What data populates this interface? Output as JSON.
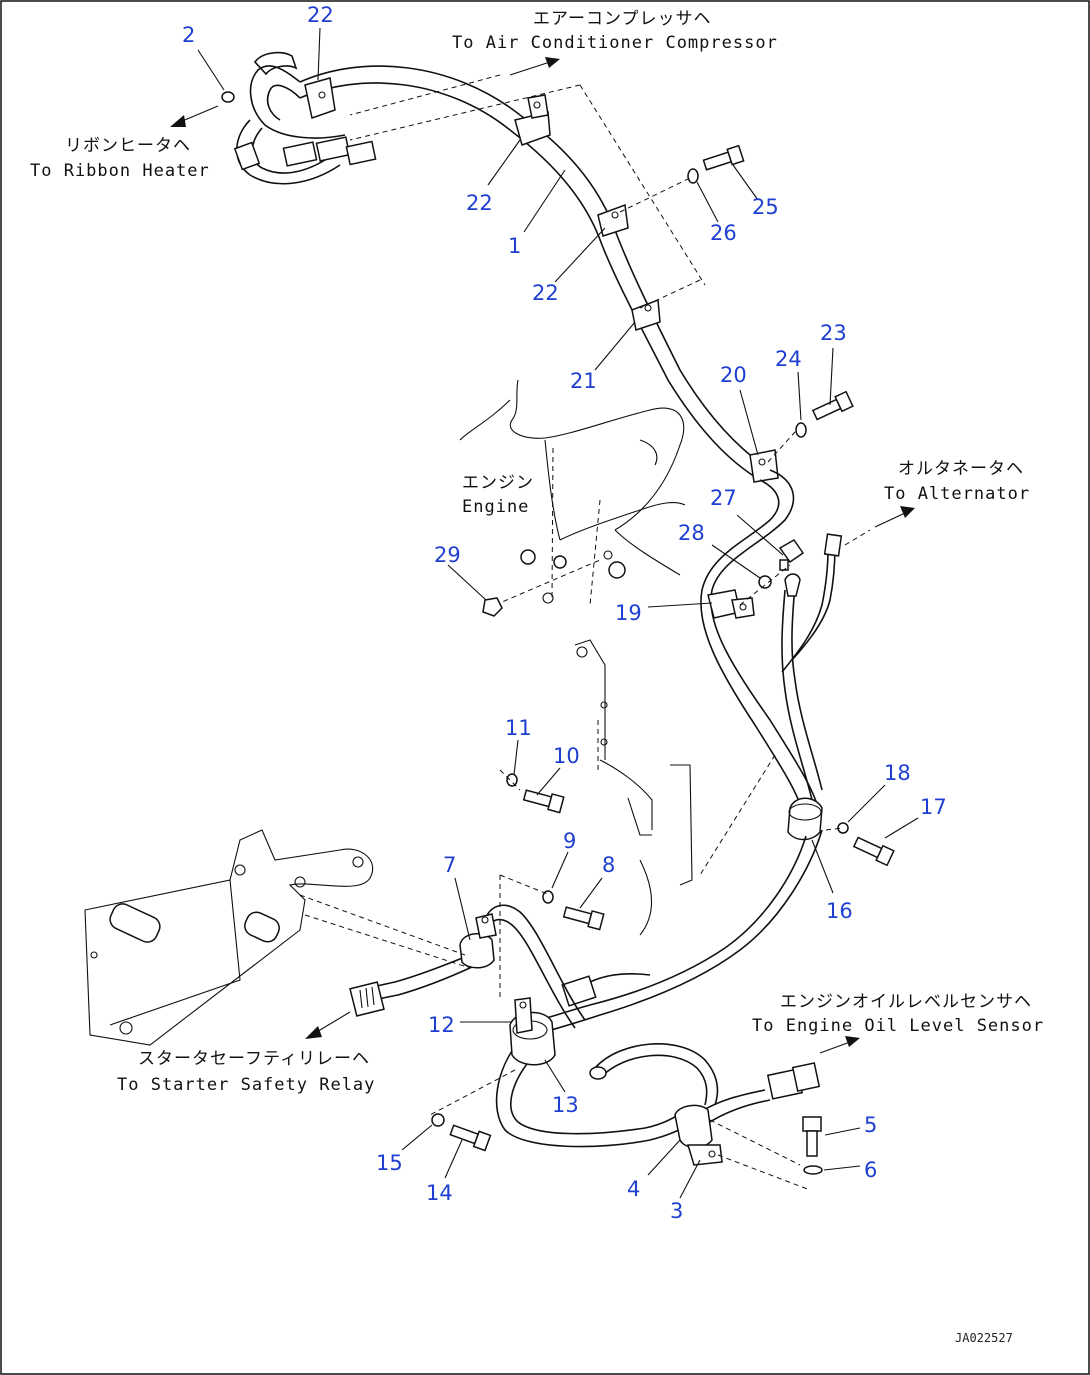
{
  "callouts": {
    "c1": "1",
    "c2": "2",
    "c3": "3",
    "c4": "4",
    "c5": "5",
    "c6": "6",
    "c7": "7",
    "c8": "8",
    "c9": "9",
    "c10": "10",
    "c11": "11",
    "c12": "12",
    "c13": "13",
    "c14": "14",
    "c15": "15",
    "c16": "16",
    "c17": "17",
    "c18": "18",
    "c19": "19",
    "c20": "20",
    "c21": "21",
    "c22a": "22",
    "c22b": "22",
    "c22c": "22",
    "c23": "23",
    "c24": "24",
    "c25": "25",
    "c26": "26",
    "c27": "27",
    "c28": "28",
    "c29": "29"
  },
  "labels": {
    "air_conditioner_jp": "エアーコンプレッサヘ",
    "air_conditioner_en": "To Air Conditioner Compressor",
    "ribbon_heater_jp": "リボンヒータヘ",
    "ribbon_heater_en": "To Ribbon Heater",
    "engine_jp": "エンジン",
    "engine_en": "Engine",
    "alternator_jp": "オルタネータヘ",
    "alternator_en": "To Alternator",
    "oil_level_jp": "エンジンオイルレベルセンサヘ",
    "oil_level_en": "To Engine Oil Level Sensor",
    "starter_jp": "スタータセーフティリレーヘ",
    "starter_en": "To Starter Safety Relay"
  },
  "drawing_code": "JA022527",
  "colors": {
    "callout": "#1f3fd1",
    "line": "#111111",
    "background": "#ffffff"
  }
}
